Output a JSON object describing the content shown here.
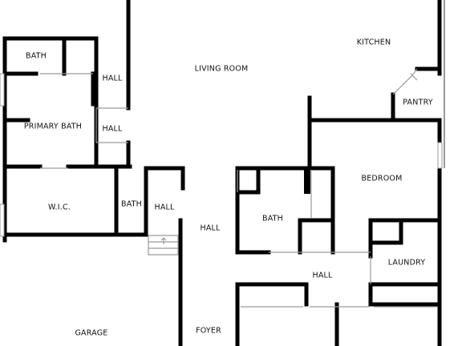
{
  "rooms": {
    "bath_top_left": "BATH",
    "hall_top": "HALL",
    "living_room": "LIVING ROOM",
    "kitchen": "KITCHEN",
    "pantry": "PANTRY",
    "primary_bath": "PRIMARY BATH",
    "hall_small": "HALL",
    "bedroom": "BEDROOM",
    "wic": "W.I.C.",
    "bath_small": "BATH",
    "hall_mid": "HALL",
    "bath_center": "BATH",
    "hall_center": "HALL",
    "laundry": "LAUNDRY",
    "hall_lower": "HALL",
    "garage": "GARAGE",
    "foyer": "FOYER"
  },
  "colors": {
    "wall": "#000000",
    "background": "#ffffff",
    "fixture": "#9a9a9a"
  }
}
